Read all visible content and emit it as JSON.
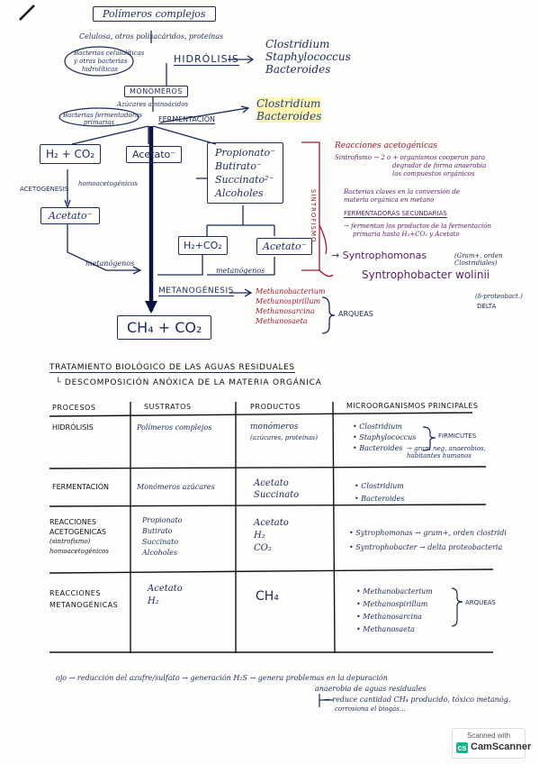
{
  "diagram": {
    "title": "Polímeros complejos",
    "top_inputs": "Celulosa, otros polisacáridos, proteínas",
    "bacteria_cloud": [
      "Bacterias celulolíticas",
      "y otras bacterias",
      "hidrolíticas"
    ],
    "hidrolisis": "HIDRÓLISIS",
    "hidrolisis_orgs": [
      "Clostridium",
      "Staphylococcus",
      "Bacteroides"
    ],
    "monomeros": "MONÓMEROS",
    "monomeros_sub": "Azúcares aminoácidos",
    "fermentative_cloud": [
      "Bacterias fermentadoras",
      "primarias"
    ],
    "fermentacion": "FERMENTACIÓN",
    "fermentacion_orgs": [
      "Clostridium",
      "Bacteroides"
    ],
    "h2co2": "H₂ + CO₂",
    "acetato": "Acetato⁻",
    "middle_box": [
      "Propionato⁻",
      "Butirato⁻",
      "Succinato²⁻",
      "Alcoholes"
    ],
    "acetogenesis": "ACETOGÉNESIS",
    "homoacetogenicos": "homoacetogénicos",
    "acetato_left": "Acetato⁻",
    "metanogenos_left": "metanógenos",
    "h2co2_right": "H₂+CO₂",
    "acetato_right": "Acetato⁻",
    "metanogenos_right": "metanógenos",
    "sintrofismo_vertical": "SINTROFISMO",
    "metanogenesis": "METANOGÉNESIS",
    "metanogenesis_orgs": [
      "Methanobacterium",
      "Methanospirillum",
      "Methanosarcina",
      "Methanosaeta"
    ],
    "arqueas": "ARQUEAS",
    "product": "CH₄ + CO₂"
  },
  "notes": {
    "heading": "Reacciones acetogénicas",
    "line1a": "Sintrofismo → 2 o + organismos cooperan para",
    "line1b": "degradar de forma anaerobia",
    "line1c": "los compuestos orgánicos",
    "line2a": "Bacterias claves en la conversión de",
    "line2b": "materia orgánica en metano",
    "fermentadoras": "FERMENTADORAS SECUNDARIAS",
    "line3a": "→ fermentan los productos de la fermentación",
    "line3b": "primaria hasta H₂+CO₂ y Acetato",
    "syntrophomonas": "→ Syntrophomonas",
    "syntrophomonas_note": "(Gram+, orden Clostridiales)",
    "syntrophobacter": "Syntrophobacter wolinii",
    "proteo": "(δ-proteobact.)",
    "delta": "DELTA"
  },
  "section": {
    "title": "TRATAMIENTO BIOLÓGICO DE LAS AGUAS RESIDUALES",
    "subtitle": "└ DESCOMPOSICIÓN ANÓXICA DE LA MATERIA ORGÁNICA"
  },
  "table": {
    "headers": [
      "PROCESOS",
      "SUSTRATOS",
      "PRODUCTOS",
      "MICROORGANISMOS PRINCIPALES"
    ],
    "rows": [
      {
        "proceso": [
          "HIDRÓLISIS"
        ],
        "sustratos": [
          "Polímeros complejos"
        ],
        "productos": [
          "monómeros",
          "(azúcares, proteínas)"
        ],
        "micro": [
          "• Clostridium",
          "• Staphylococcus",
          "• Bacteroides"
        ],
        "micro_note": "FIRMICUTES",
        "micro_extra": "→ gram neg, anaerobios, habitantes humanos"
      },
      {
        "proceso": [
          "FERMENTACIÓN"
        ],
        "sustratos": [
          "Monómeros azúcares"
        ],
        "productos": [
          "Acetato",
          "Succinato"
        ],
        "micro": [
          "• Clostridium",
          "• Bacteroides"
        ],
        "micro_note": "",
        "micro_extra": ""
      },
      {
        "proceso": [
          "REACCIONES",
          "ACETOGÉNICAS",
          "(sintrofismo)",
          "homoacetogénicos"
        ],
        "sustratos": [
          "Propionato",
          "Butirato",
          "Succinato",
          "Alcoholes"
        ],
        "productos": [
          "Acetato",
          "H₂",
          "CO₂"
        ],
        "micro": [
          "• Sytrophomonas → gram+, orden clostridi",
          "• Syntrophobacter → delta proteobacteria"
        ],
        "micro_note": "",
        "micro_extra": ""
      },
      {
        "proceso": [
          "REACCIONES",
          "METANOGÉNICAS"
        ],
        "sustratos": [
          "Acetato",
          "H₂"
        ],
        "productos": [
          "CH₄"
        ],
        "micro": [
          "• Methanobacterium",
          "• Methanospirillum",
          "• Methanosarcina",
          "• Methanosaeta"
        ],
        "micro_note": "ARQUEAS",
        "micro_extra": ""
      }
    ]
  },
  "footer": {
    "line1": "ojo → reducción del azufre/sulfato → generación H₂S → genera problemas en la depuración",
    "line2": "anaerobia de aguas residuales",
    "line3": "→ reduce cantidad CH₄ producido, tóxico metanóg.",
    "line4": "corrosiona el biogás…"
  },
  "watermark": {
    "scanned_with": "Scanned with",
    "brand": "CamScanner"
  }
}
